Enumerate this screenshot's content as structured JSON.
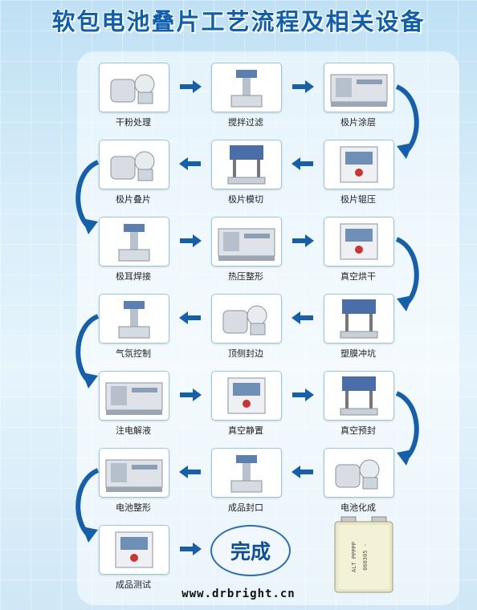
{
  "title": "软包电池叠片工艺流程及相关设备",
  "steps": [
    {
      "label": "干粉处理",
      "icon": "powder-equipment-icon"
    },
    {
      "label": "搅拌过滤",
      "icon": "mixer-icon"
    },
    {
      "label": "极片涂层",
      "icon": "coating-machine-icon"
    },
    {
      "label": "极片辊压",
      "icon": "roller-press-icon"
    },
    {
      "label": "极片模切",
      "icon": "die-cutter-icon"
    },
    {
      "label": "极片叠片",
      "icon": "stacking-machine-icon"
    },
    {
      "label": "极耳焊接",
      "icon": "welder-icon"
    },
    {
      "label": "热压整形",
      "icon": "hot-press-icon"
    },
    {
      "label": "真空烘干",
      "icon": "vacuum-oven-icon"
    },
    {
      "label": "塑膜冲坑",
      "icon": "film-punch-icon"
    },
    {
      "label": "顶侧封边",
      "icon": "side-sealer-icon"
    },
    {
      "label": "气氛控制",
      "icon": "glovebox-icon"
    },
    {
      "label": "注电解液",
      "icon": "electrolyte-injector-icon"
    },
    {
      "label": "真空静置",
      "icon": "vacuum-standing-icon"
    },
    {
      "label": "真空预封",
      "icon": "pre-sealer-icon"
    },
    {
      "label": "电池化成",
      "icon": "formation-tester-icon"
    },
    {
      "label": "成品封口",
      "icon": "final-sealer-icon"
    },
    {
      "label": "电池整形",
      "icon": "shaping-machine-icon"
    },
    {
      "label": "成品测试",
      "icon": "battery-tester-icon"
    }
  ],
  "done_label": "完成",
  "battery_print": {
    "line1": "ALT PPPPP",
    "line2": "060305 -"
  },
  "website": "www.drbright.cn",
  "colors": {
    "title": "#0f5fb0",
    "arrow": "#1560ad",
    "card_border": "#9ac9e8"
  }
}
